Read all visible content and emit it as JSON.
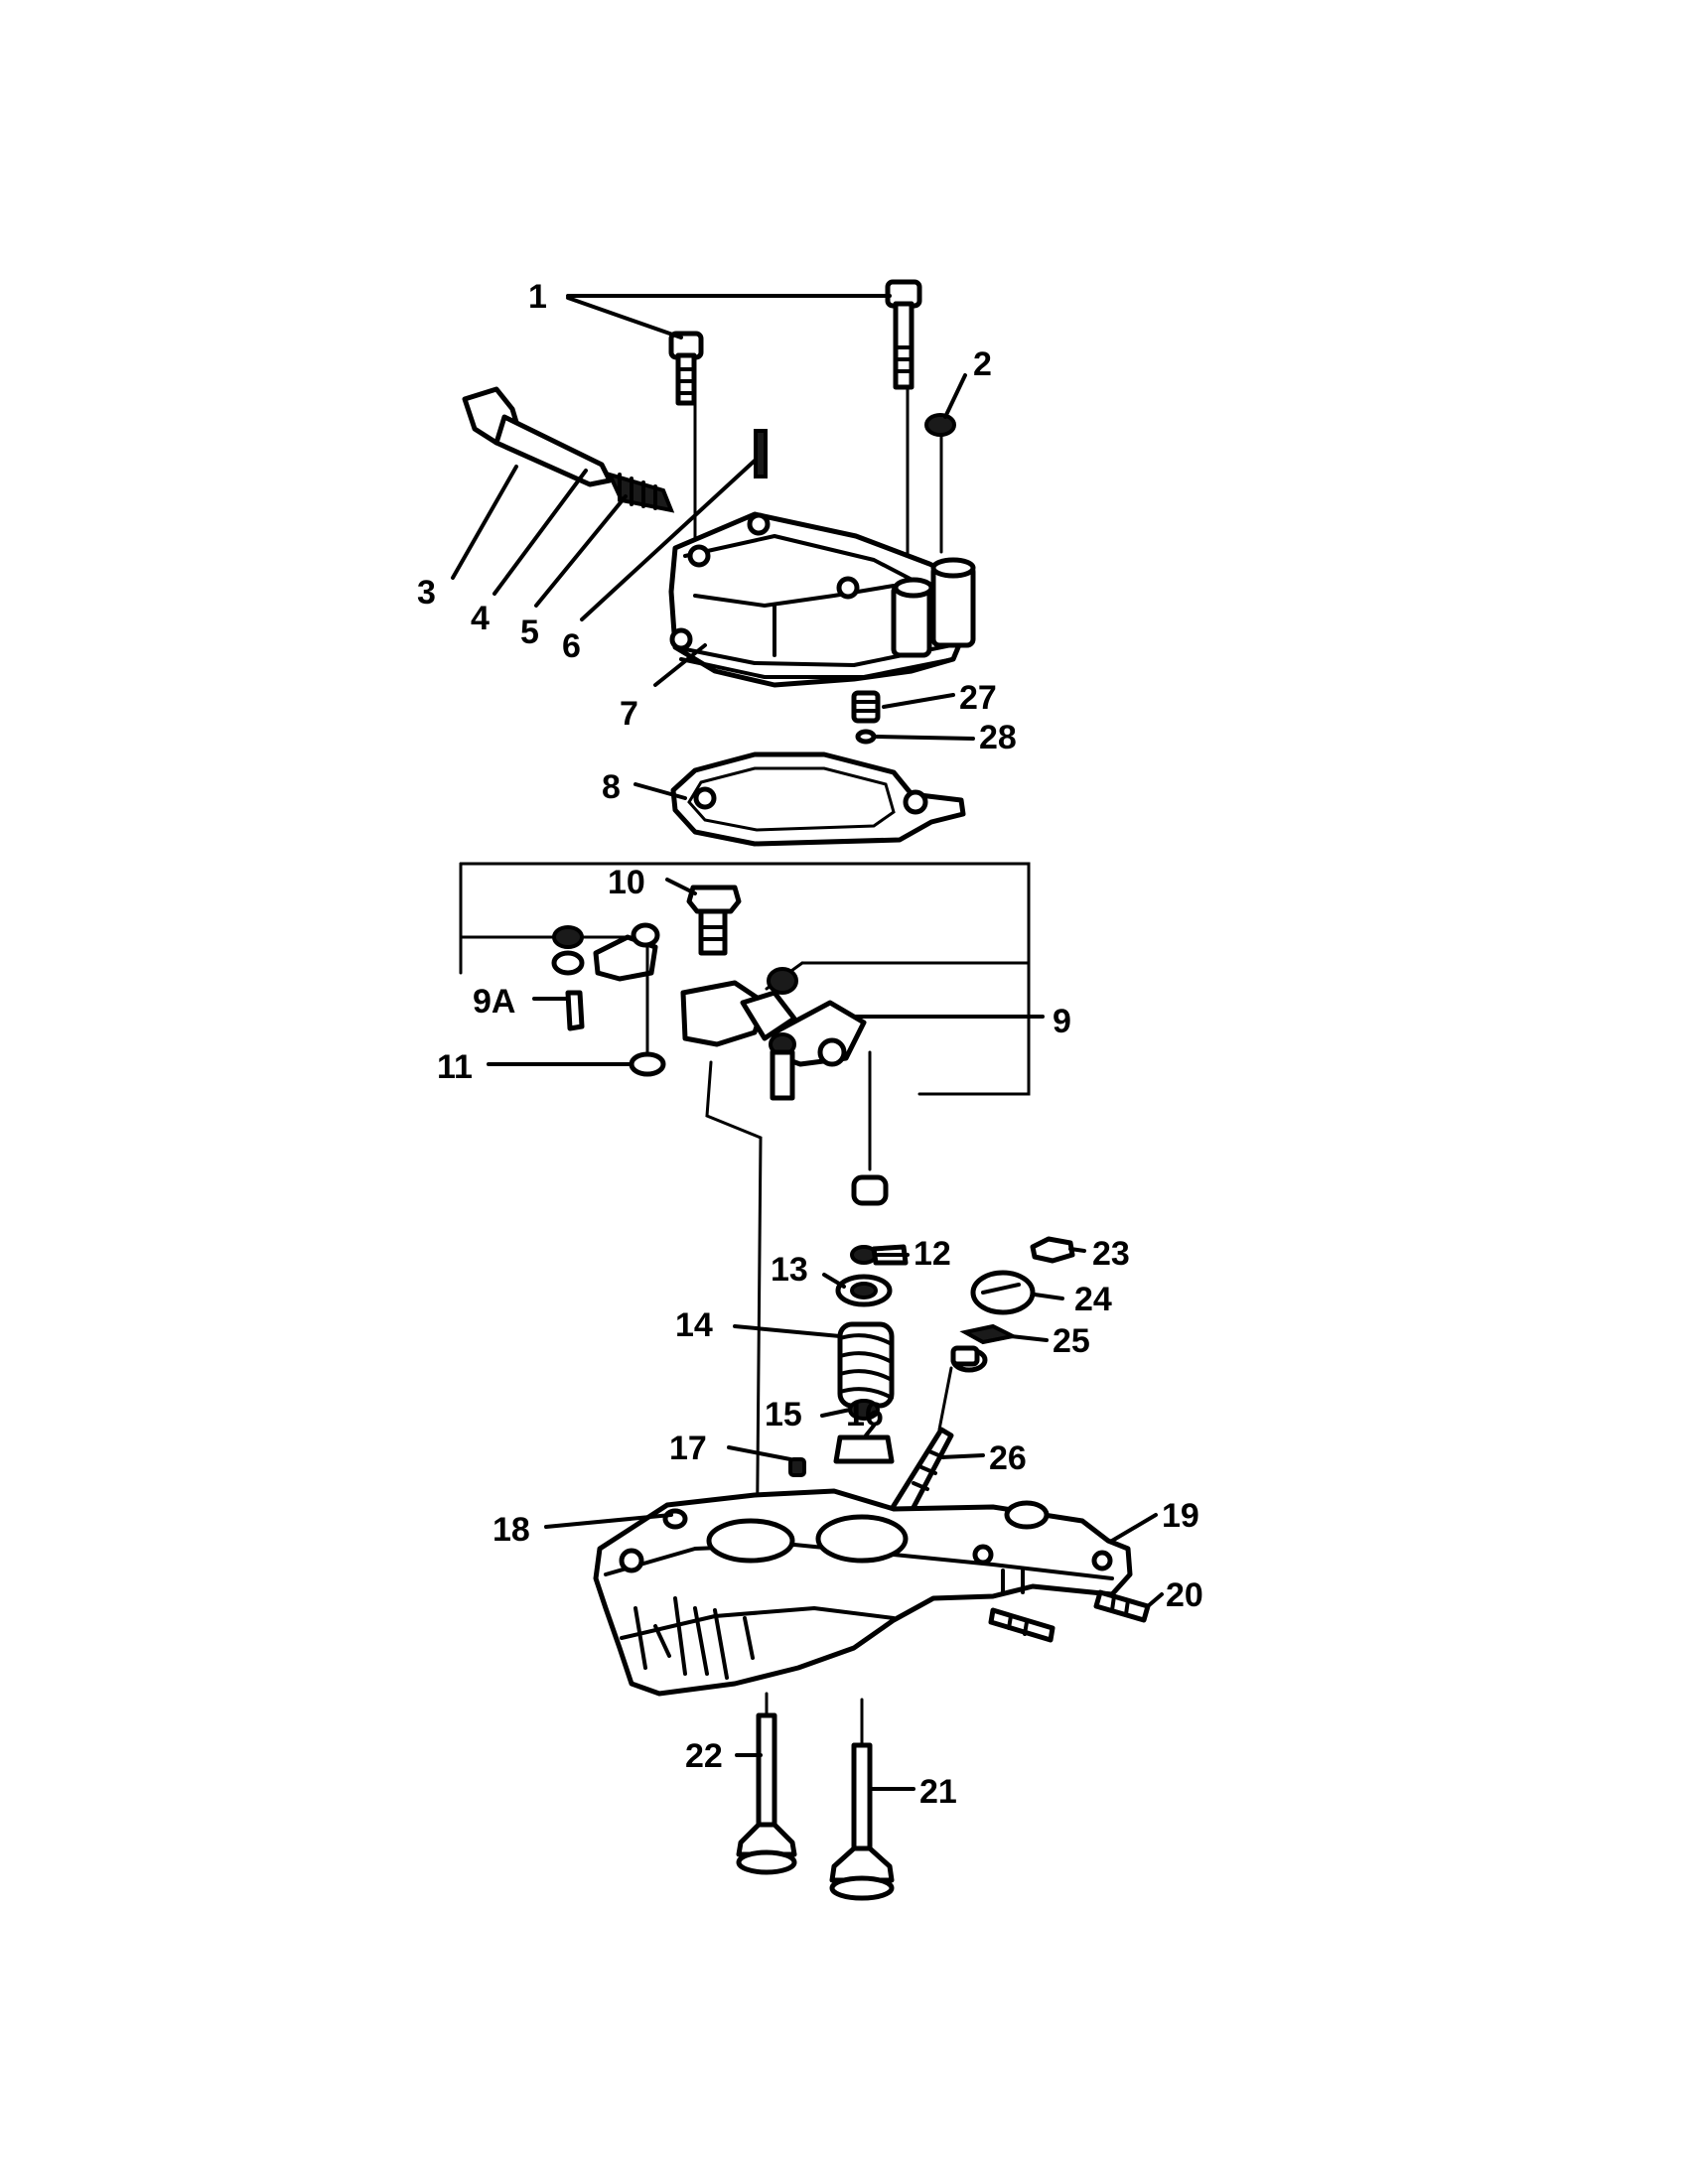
{
  "callouts": [
    {
      "id": "1",
      "text": "1"
    },
    {
      "id": "2",
      "text": "2"
    },
    {
      "id": "3",
      "text": "3"
    },
    {
      "id": "4",
      "text": "4"
    },
    {
      "id": "5",
      "text": "5"
    },
    {
      "id": "6",
      "text": "6"
    },
    {
      "id": "7",
      "text": "7"
    },
    {
      "id": "8",
      "text": "8"
    },
    {
      "id": "9",
      "text": "9"
    },
    {
      "id": "9A",
      "text": "9A"
    },
    {
      "id": "10",
      "text": "10"
    },
    {
      "id": "11",
      "text": "11"
    },
    {
      "id": "12",
      "text": "12"
    },
    {
      "id": "13",
      "text": "13"
    },
    {
      "id": "14",
      "text": "14"
    },
    {
      "id": "15",
      "text": "15"
    },
    {
      "id": "16",
      "text": "16"
    },
    {
      "id": "17",
      "text": "17"
    },
    {
      "id": "18",
      "text": "18"
    },
    {
      "id": "19",
      "text": "19"
    },
    {
      "id": "20",
      "text": "20"
    },
    {
      "id": "21",
      "text": "21"
    },
    {
      "id": "22",
      "text": "22"
    },
    {
      "id": "23",
      "text": "23"
    },
    {
      "id": "24",
      "text": "24"
    },
    {
      "id": "25",
      "text": "25"
    },
    {
      "id": "26",
      "text": "26"
    },
    {
      "id": "27",
      "text": "27"
    },
    {
      "id": "28",
      "text": "28"
    }
  ]
}
